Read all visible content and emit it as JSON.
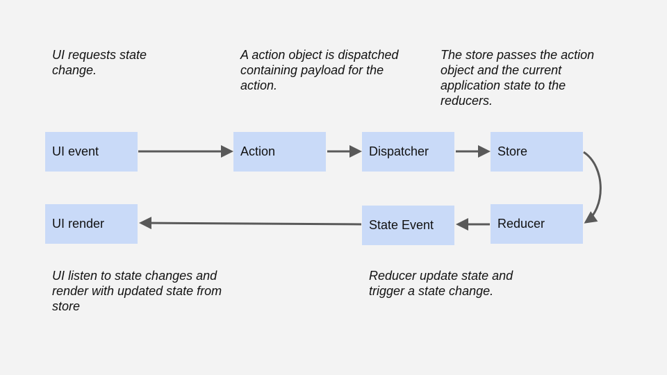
{
  "nodes": {
    "ui_event": "UI event",
    "action": "Action",
    "dispatcher": "Dispatcher",
    "store": "Store",
    "ui_render": "UI render",
    "state_event": "State Event",
    "reducer": "Reducer"
  },
  "notes": {
    "ui_requests": "UI requests state\nchange.",
    "action_dispatched": "A action object is dispatched\ncontaining payload for the\naction.",
    "store_passes": "The store passes the action\nobject and the current\napplication state to the\nreducers.",
    "ui_listen": "UI listen to state changes and\nrender with updated state from\nstore",
    "reducer_update": "Reducer update state and\ntrigger a state change."
  },
  "colors": {
    "background": "#f3f3f3",
    "node_fill": "#c9daf8",
    "arrow": "#595959"
  }
}
